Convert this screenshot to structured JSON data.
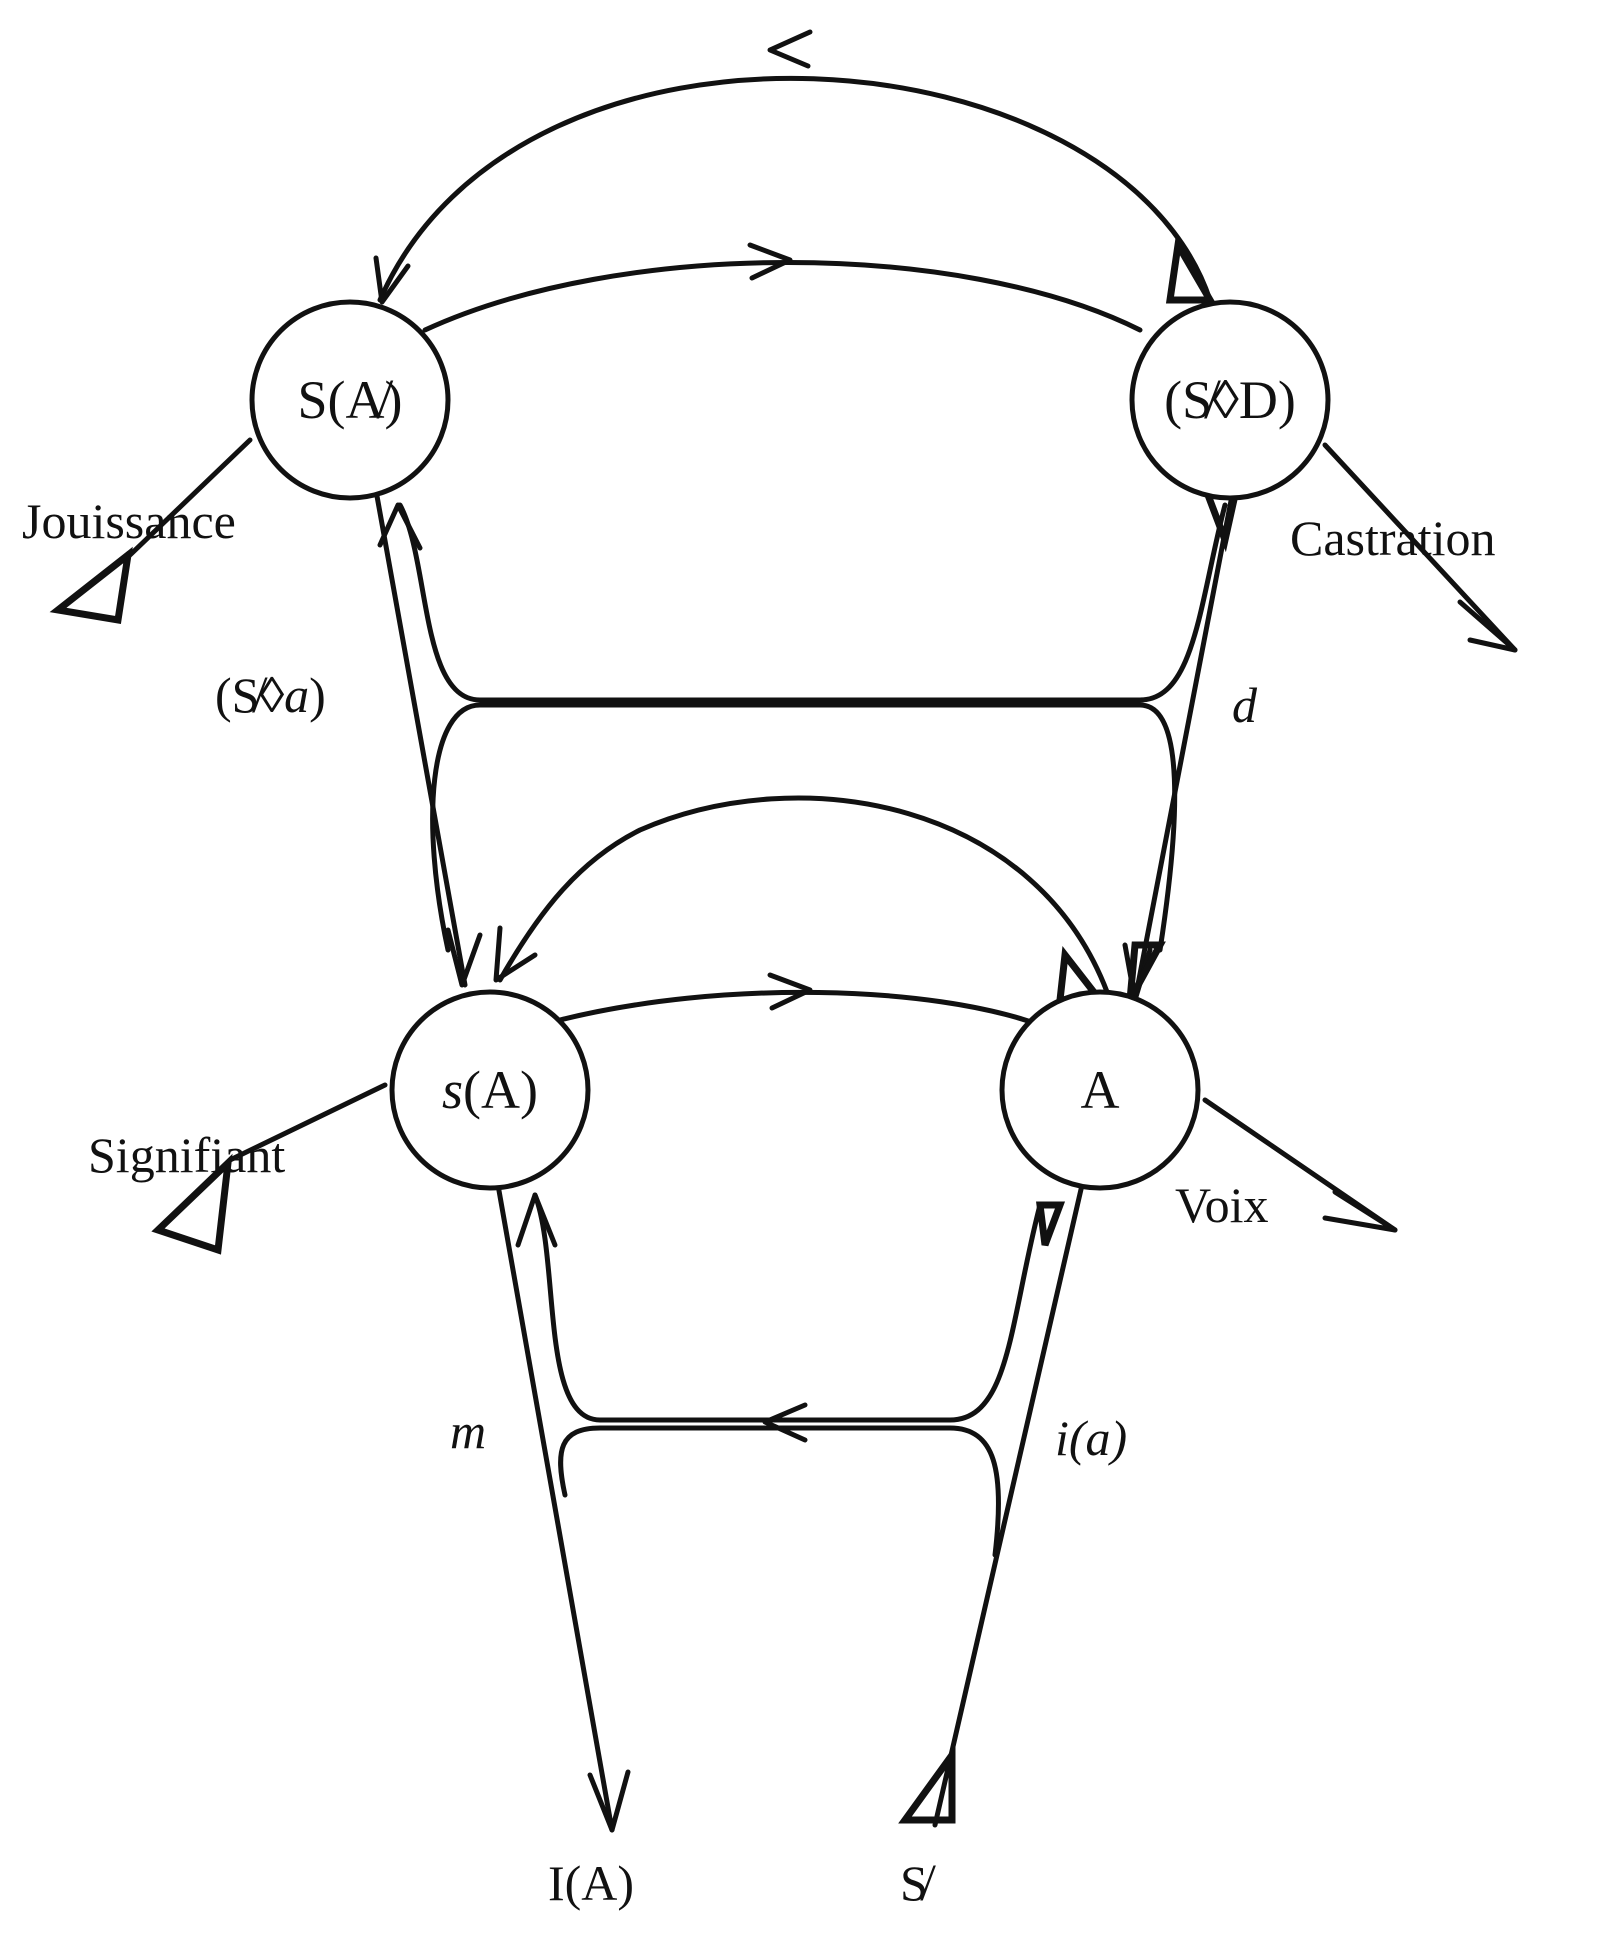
{
  "nodes": {
    "s_barred_a": "S(A̸)",
    "barred_s_d": "(S̸◊D)",
    "s_of_a_italic": "s",
    "s_of_a_rest": "(A)",
    "big_a": "A"
  },
  "labels": {
    "jouissance": "Jouissance",
    "castration": "Castration",
    "barred_s_a_open": "(S̸◊",
    "barred_s_a_a": "a",
    "barred_s_a_close": ")",
    "d": "d",
    "signifiant": "Signifiant",
    "voix": "Voix",
    "m": "m",
    "i_a": "i(a)",
    "ideal": "I(A)",
    "barred_subject": "S̸"
  },
  "colors": {
    "ink": "#111111",
    "background": "#ffffff"
  }
}
